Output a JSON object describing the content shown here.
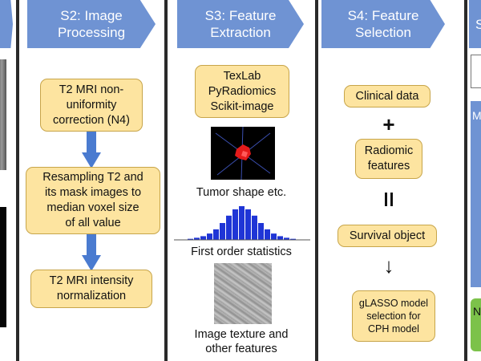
{
  "s1": {
    "title_tail": "s"
  },
  "s2": {
    "title": "S2: Image\nProcessing",
    "step1": "T2 MRI non-\nuniformity\ncorrection (N4)",
    "step2": "Resampling T2 and\nits mask images to\nmedian voxel size\nof all value",
    "step3": "T2 MRI intensity\nnormalization"
  },
  "s3": {
    "title": "S3: Feature\nExtraction",
    "tools": "TexLab\nPyRadiomics\nScikit-image",
    "feature_shape": "Tumor shape etc.",
    "feature_first_order": "First order statistics",
    "feature_texture": "Image texture and\nother features"
  },
  "s4": {
    "title": "S4: Feature\nSelection",
    "clinical": "Clinical data",
    "plus": "+",
    "radiomic": "Radiomic\nfeatures",
    "equals": "=",
    "survival": "Survival object",
    "arrow": "↓",
    "model": "gLASSO model\nselection for\nCPH model"
  },
  "s5": {
    "title_head": "S",
    "panel_label_1": "M",
    "panel_label_2": "N"
  },
  "colors": {
    "chevron": "#6f93d3",
    "box_fill": "#fde4a0",
    "arrow": "#4a7bd0",
    "panel_blue": "#6f93d3",
    "panel_green": "#7cc24a"
  },
  "histogram": [
    2,
    4,
    7,
    12,
    20,
    32,
    46,
    58,
    64,
    58,
    46,
    32,
    20,
    12,
    7,
    4,
    2
  ]
}
